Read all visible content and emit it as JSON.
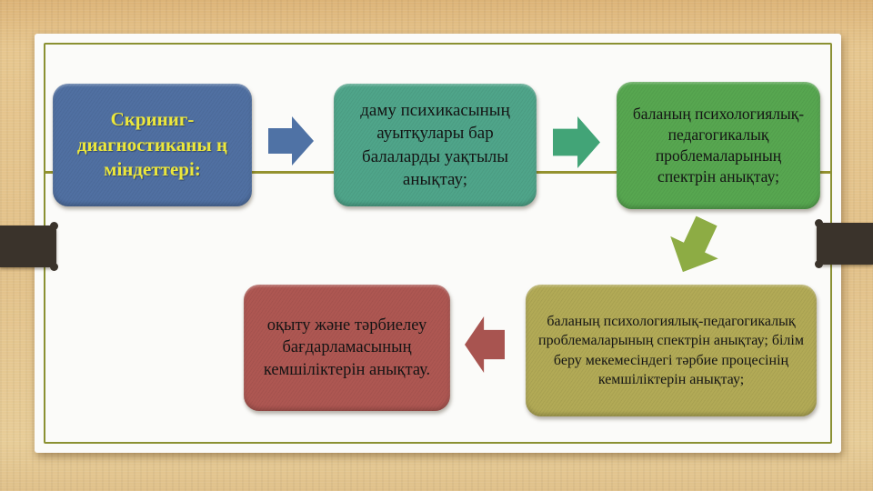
{
  "slide": {
    "type": "flowchart",
    "background_color": "#e2c189",
    "frame_border_color": "#8b9133",
    "connector_line_color": "#94922f",
    "boxes": [
      {
        "name": "title",
        "label": "Скриниг-диагностиканы ң міндеттері:",
        "fill": "#5070a2",
        "text_color": "#ece73c"
      },
      {
        "name": "step-1",
        "label": "даму психикасының ауытқулары бар балаларды уақтылы анықтау;",
        "fill": "#4fa58a",
        "text_color": "#141414"
      },
      {
        "name": "step-2",
        "label": "баланың психологиялық-педагогикалық проблемаларының спектрін анықтау;",
        "fill": "#57a750",
        "text_color": "#141414"
      },
      {
        "name": "step-3",
        "label": "баланың психологиялық-педагогикалық проблемаларының спектрін анықтау; білім беру мекемесіндегі тәрбие процесінің кемшіліктерін анықтау;",
        "fill": "#b2aa56",
        "text_color": "#141414"
      },
      {
        "name": "step-4",
        "label": "оқыту және тәрбиелеу бағдарламасының кемшіліктерін анықтау.",
        "fill": "#ae5752",
        "text_color": "#141414"
      }
    ],
    "arrows": [
      {
        "icon": "right-arrow-icon",
        "color": "#4f72a5"
      },
      {
        "icon": "right-arrow-icon",
        "color": "#42a477"
      },
      {
        "icon": "down-arrow-icon",
        "color": "#8dac44"
      },
      {
        "icon": "left-arrow-icon",
        "color": "#a85450"
      }
    ]
  }
}
